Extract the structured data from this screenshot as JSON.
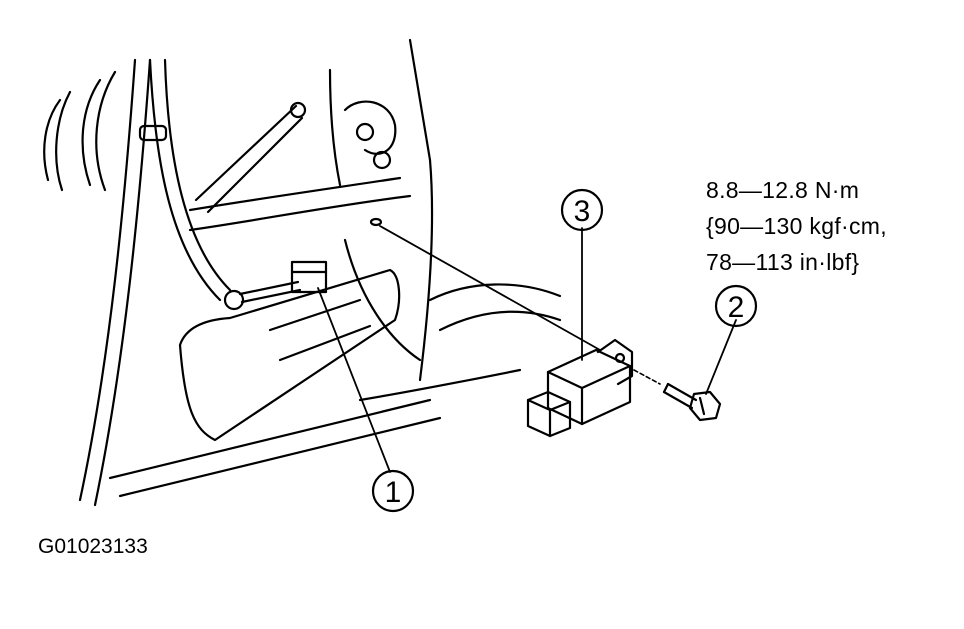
{
  "callouts": [
    {
      "number": "1"
    },
    {
      "number": "2"
    },
    {
      "number": "3"
    }
  ],
  "torque_spec": {
    "line1": "8.8—12.8 N·m",
    "line2": "{90—130 kgf·cm,",
    "line3": "78—113 in·lbf}"
  },
  "figure_id": "G01023133"
}
